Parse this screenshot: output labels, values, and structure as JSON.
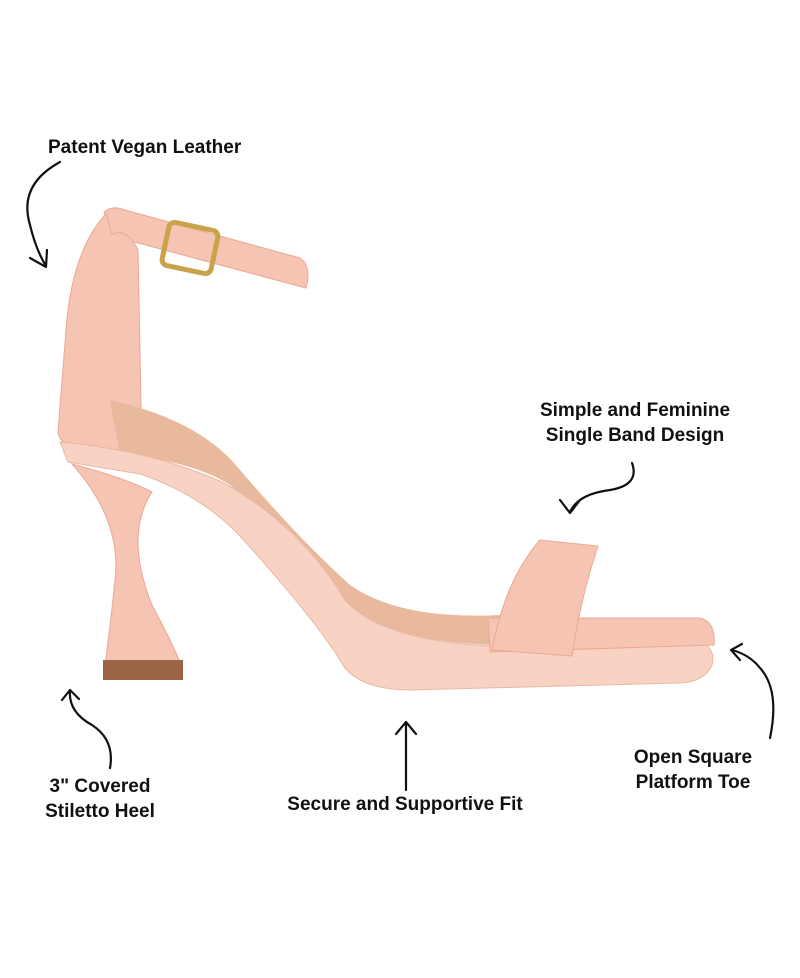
{
  "colors": {
    "leather": "#f5c4b2",
    "leather_shade": "#e9a994",
    "sole": "#f8d2c3",
    "insole": "#e8b99c",
    "heel_tip": "#9c6446",
    "buckle": "#c9a24a",
    "text": "#111111"
  },
  "callouts": {
    "material": "Patent Vegan Leather",
    "band_line1": "Simple and Feminine",
    "band_line2": "Single Band Design",
    "heel_line1": "3\" Covered",
    "heel_line2": "Stiletto Heel",
    "fit": "Secure and Supportive Fit",
    "toe_line1": "Open Square",
    "toe_line2": "Platform Toe"
  },
  "icons": [
    "curved-arrow",
    "straight-arrow"
  ]
}
